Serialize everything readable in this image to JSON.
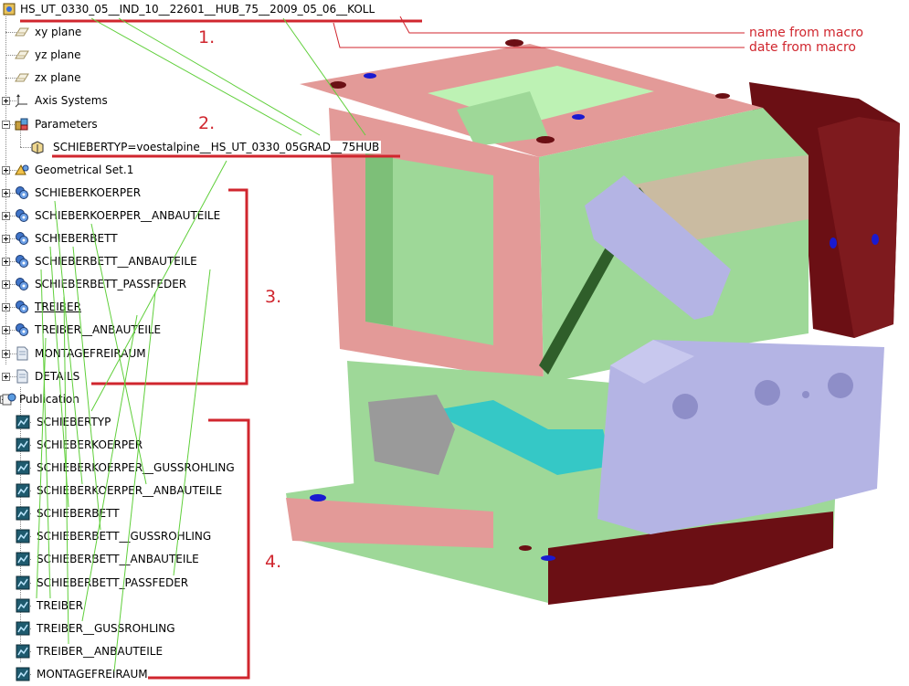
{
  "tree": {
    "root": "HS_UT_0330_05__IND_10__22601__HUB_75__2009_05_06__KOLL",
    "items": [
      {
        "label": "xy plane",
        "icon": "plane-icon",
        "level": 1,
        "exp": "none"
      },
      {
        "label": "yz plane",
        "icon": "plane-icon",
        "level": 1,
        "exp": "none"
      },
      {
        "label": "zx plane",
        "icon": "plane-icon",
        "level": 1,
        "exp": "none"
      },
      {
        "label": "Axis Systems",
        "icon": "axis-systems-icon",
        "level": 1,
        "exp": "plus"
      },
      {
        "label": "Parameters",
        "icon": "parameters-icon",
        "level": 1,
        "exp": "minus"
      },
      {
        "label": "SCHIEBERTYP=voestalpine__HS_UT_0330_05GRAD__75HUB",
        "icon": "parameter-icon",
        "level": 2,
        "exp": "none"
      },
      {
        "label": "Geometrical Set.1",
        "icon": "geometrical-set-icon",
        "level": 1,
        "exp": "plus"
      },
      {
        "label": "SCHIEBERKOERPER",
        "icon": "assembly-icon",
        "level": 1,
        "exp": "plus"
      },
      {
        "label": "SCHIEBERKOERPER__ANBAUTEILE",
        "icon": "assembly-icon",
        "level": 1,
        "exp": "plus"
      },
      {
        "label": "SCHIEBERBETT",
        "icon": "assembly-icon",
        "level": 1,
        "exp": "plus"
      },
      {
        "label": "SCHIEBERBETT__ANBAUTEILE",
        "icon": "assembly-icon",
        "level": 1,
        "exp": "plus"
      },
      {
        "label": "SCHIEBERBETT_PASSFEDER",
        "icon": "assembly-icon",
        "level": 1,
        "exp": "plus"
      },
      {
        "label": "TREIBER",
        "icon": "assembly-icon",
        "level": 1,
        "exp": "plus",
        "underline": true
      },
      {
        "label": "TREIBER__ANBAUTEILE",
        "icon": "assembly-icon",
        "level": 1,
        "exp": "plus"
      },
      {
        "label": "MONTAGEFREIRAUM",
        "icon": "document-icon",
        "level": 1,
        "exp": "plus"
      },
      {
        "label": "DETAILS",
        "icon": "document-icon",
        "level": 1,
        "exp": "plus"
      },
      {
        "label": "Publication",
        "icon": "publication-icon",
        "level": 0,
        "exp": "minus"
      },
      {
        "label": "SCHIEBERTYP",
        "icon": "publication-item-icon",
        "level": 1,
        "exp": "none"
      },
      {
        "label": "SCHIEBERKOERPER",
        "icon": "publication-item-icon",
        "level": 1,
        "exp": "none"
      },
      {
        "label": "SCHIEBERKOERPER__GUSSROHLING",
        "icon": "publication-item-icon",
        "level": 1,
        "exp": "none"
      },
      {
        "label": "SCHIEBERKOERPER__ANBAUTEILE",
        "icon": "publication-item-icon",
        "level": 1,
        "exp": "none"
      },
      {
        "label": "SCHIEBERBETT",
        "icon": "publication-item-icon",
        "level": 1,
        "exp": "none"
      },
      {
        "label": "SCHIEBERBETT__GUSSROHLING",
        "icon": "publication-item-icon",
        "level": 1,
        "exp": "none"
      },
      {
        "label": "SCHIEBERBETT__ANBAUTEILE",
        "icon": "publication-item-icon",
        "level": 1,
        "exp": "none"
      },
      {
        "label": "SCHIEBERBETT_PASSFEDER",
        "icon": "publication-item-icon",
        "level": 1,
        "exp": "none"
      },
      {
        "label": "TREIBER",
        "icon": "publication-item-icon",
        "level": 1,
        "exp": "none"
      },
      {
        "label": "TREIBER__GUSSROHLING",
        "icon": "publication-item-icon",
        "level": 1,
        "exp": "none"
      },
      {
        "label": "TREIBER__ANBAUTEILE",
        "icon": "publication-item-icon",
        "level": 1,
        "exp": "none"
      },
      {
        "label": "MONTAGEFREIRAUM",
        "icon": "publication-item-icon",
        "level": 1,
        "exp": "none"
      }
    ]
  },
  "annotations": {
    "label_1": "1.",
    "label_2": "2.",
    "label_3": "3.",
    "label_4": "4.",
    "name_from_macro": "name from macro",
    "date_from_macro": "date from macro"
  },
  "colors": {
    "annotation_red": "#d0262e",
    "link_green": "#5fcf3a",
    "body_pink": "#e39a98",
    "body_green": "#9ed898",
    "dark_maroon": "#6b0f14",
    "lavender": "#b4b4e4",
    "cyan": "#35c8c6",
    "grey": "#9a9a9a",
    "hole_blue": "#1a1ad0"
  }
}
